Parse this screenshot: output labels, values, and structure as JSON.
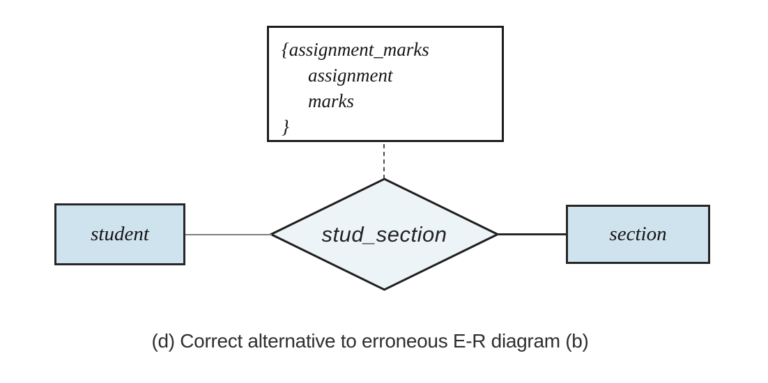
{
  "diagram": {
    "attribute_box": {
      "lines": [
        "{assignment_marks",
        "assignment",
        "marks",
        "}"
      ]
    },
    "relationship": {
      "label": "stud_section"
    },
    "entities": {
      "student": "student",
      "section": "section"
    },
    "caption": "(d) Correct alternative to erroneous E-R diagram (b)",
    "colors": {
      "entity_fill": "#cfe3ee",
      "relationship_fill": "#edf4f8",
      "border": "#1c1c1c"
    }
  }
}
